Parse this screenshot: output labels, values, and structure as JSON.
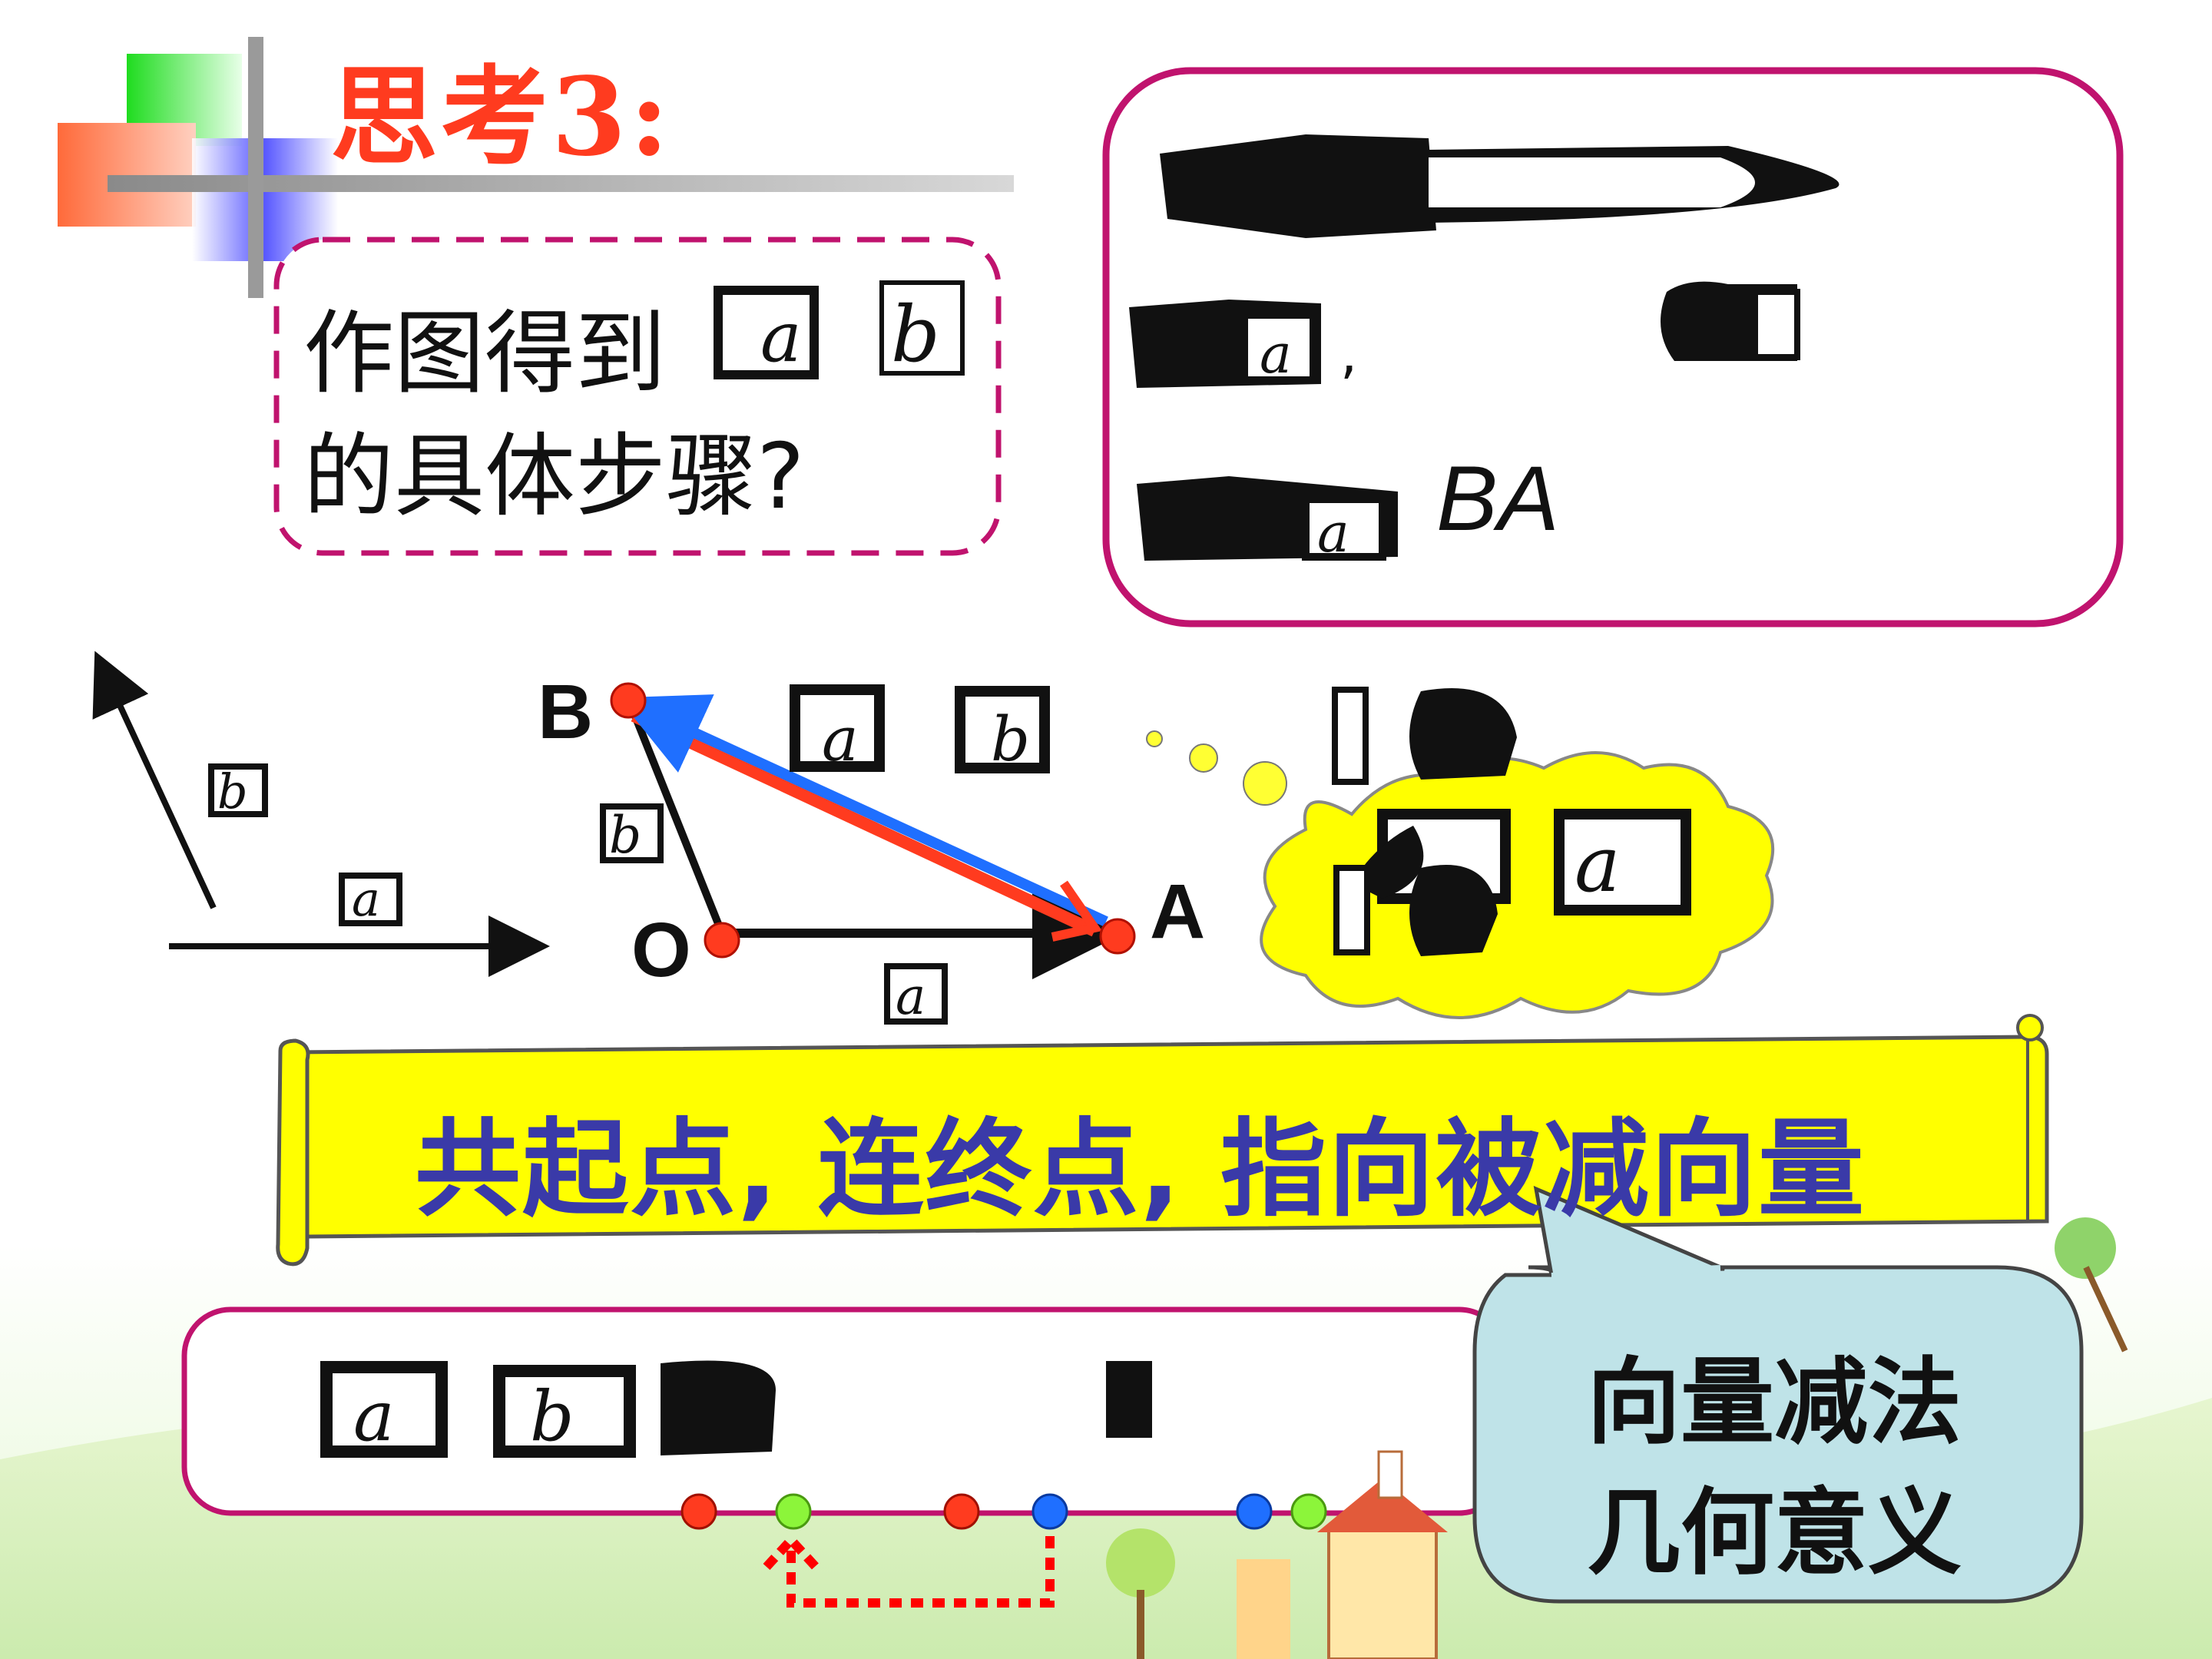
{
  "title": "思考3:",
  "question": {
    "line1": "作图得到",
    "line2": "的具体步骤?"
  },
  "answer_box": {
    "comma": ",",
    "label": "BA"
  },
  "diagram": {
    "point_b": "B",
    "point_o": "O",
    "point_a": "A"
  },
  "banner": {
    "text": "共起点, 连终点, 指向被减向量"
  },
  "callout": {
    "line1": "向量减法",
    "line2": "几何意义"
  },
  "colors": {
    "title": "#ff3b1f",
    "banner_fill": "#ffff00",
    "banner_text": "#3a3aa8",
    "frame": "#c0136e",
    "callout_fill": "#bfe3e8",
    "red_vector": "#ff3b1f",
    "blue_vector": "#1f6fff"
  }
}
